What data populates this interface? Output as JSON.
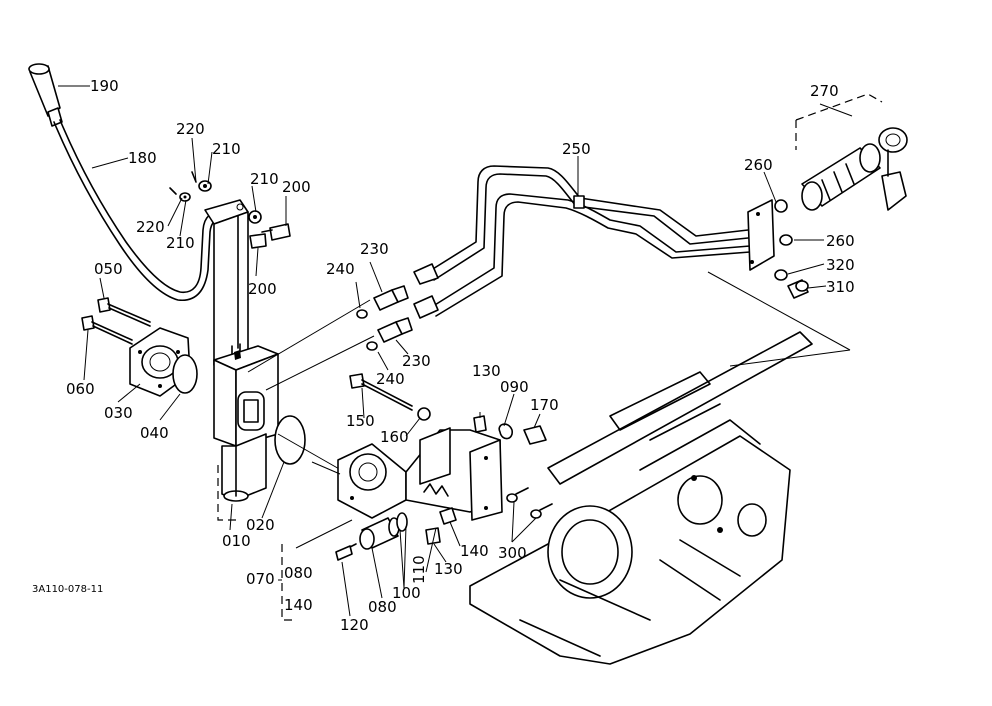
{
  "figure_code": "3A110-078-11",
  "labels": {
    "p190": "190",
    "p180": "180",
    "p220a": "220",
    "p210a": "210",
    "p220b": "220",
    "p210b": "210",
    "p210c": "210",
    "p200a": "200",
    "p200b": "200",
    "p050": "050",
    "p060": "060",
    "p030": "030",
    "p040": "040",
    "p010": "010",
    "p020": "020",
    "p230a": "230",
    "p240a": "240",
    "p230b": "230",
    "p240b": "240",
    "p250": "250",
    "p260a": "260",
    "p270": "270",
    "p260b": "260",
    "p320": "320",
    "p310": "310",
    "p130a": "130",
    "p090": "090",
    "p170": "170",
    "p150": "150",
    "p160": "160",
    "p140a": "140",
    "p300": "300",
    "p130b": "130",
    "p110": "110",
    "p100": "100",
    "p080a": "080",
    "p120": "120",
    "p070": "070",
    "p080b": "080",
    "p140b": "140"
  }
}
